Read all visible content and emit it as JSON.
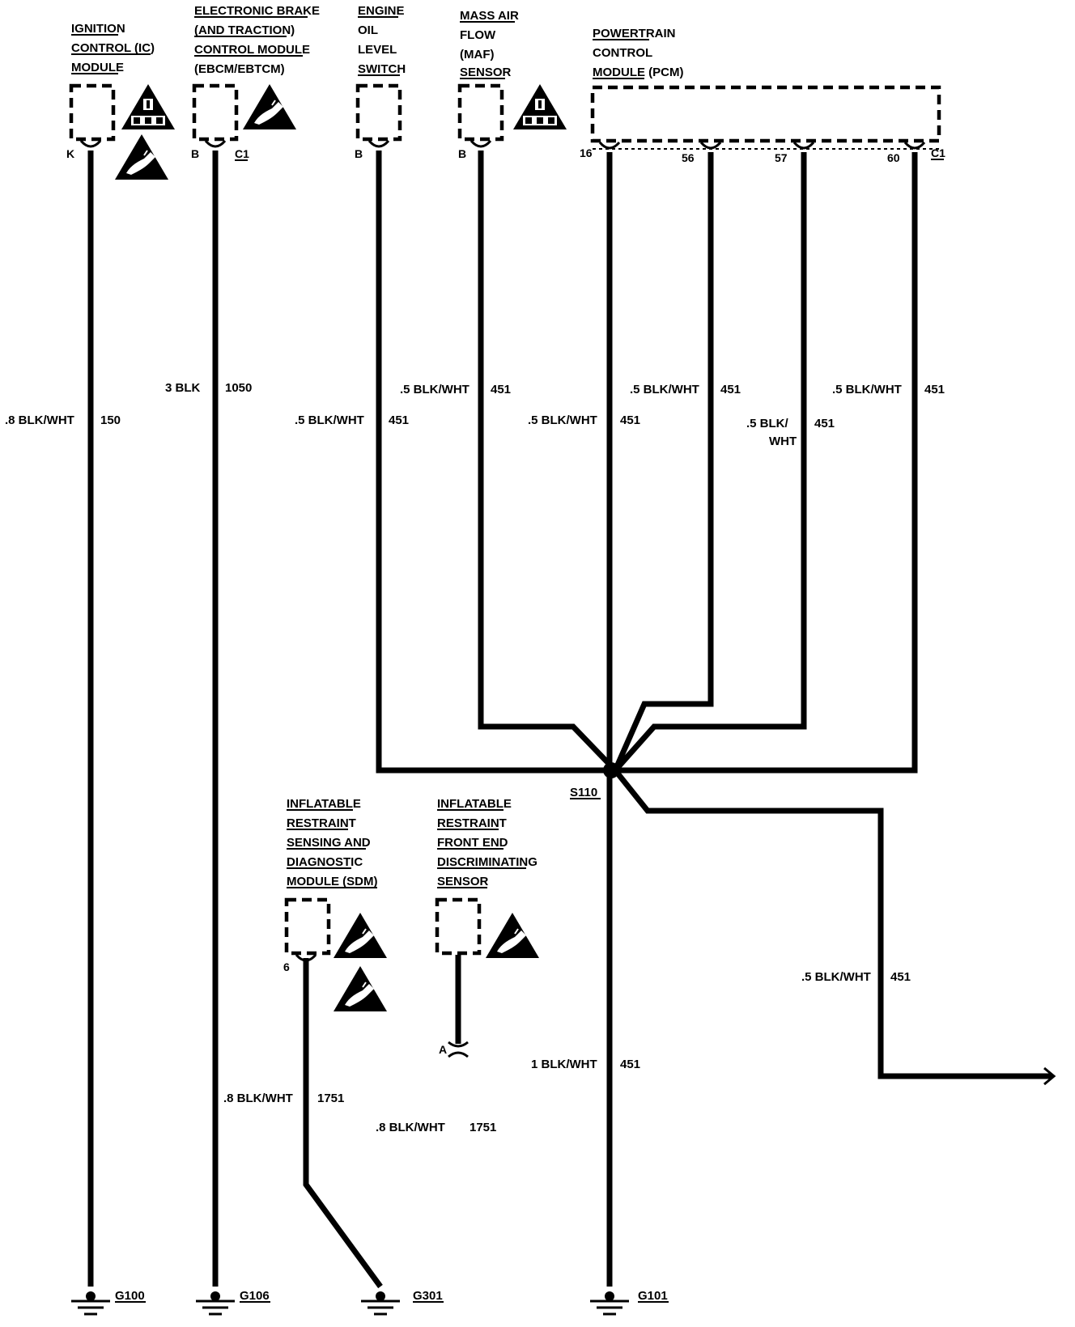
{
  "components": {
    "ic": {
      "lines": [
        "IGNITION",
        "CONTROL (IC)",
        "MODULE"
      ],
      "pin": "K"
    },
    "ebcm": {
      "lines": [
        "ELECTRONIC BRAKE",
        "(AND TRACTION)",
        "CONTROL MODULE",
        "(EBCM/EBTCM)"
      ],
      "pin": "B",
      "connector": "C1"
    },
    "oil": {
      "lines": [
        "ENGINE",
        "OIL",
        "LEVEL",
        "SWITCH"
      ],
      "pin": "B"
    },
    "maf": {
      "lines": [
        "MASS AIR",
        "FLOW",
        "(MAF)",
        "SENSOR"
      ],
      "pin": "B"
    },
    "pcm": {
      "lines": [
        "POWERTRAIN",
        "CONTROL",
        "MODULE (PCM)"
      ],
      "pins": [
        "16",
        "56",
        "57",
        "60"
      ],
      "connector": "C1"
    },
    "sdm": {
      "lines": [
        "INFLATABLE",
        "RESTRAINT",
        "SENSING AND",
        "DIAGNOSTIC",
        "MODULE (SDM)"
      ],
      "pin": "6"
    },
    "fed": {
      "lines": [
        "INFLATABLE",
        "RESTRAINT",
        "FRONT END",
        "DISCRIMINATING",
        "SENSOR"
      ],
      "inline_pin": "A"
    }
  },
  "wires": {
    "ic": {
      "spec": ".8 BLK/WHT",
      "circuit": "150"
    },
    "ebcm": {
      "spec": "3 BLK",
      "circuit": "1050"
    },
    "oil": {
      "spec": ".5 BLK/WHT",
      "circuit": "451"
    },
    "maf": {
      "spec": ".5 BLK/WHT",
      "circuit": "451"
    },
    "pcm16": {
      "spec": ".5 BLK/WHT",
      "circuit": "451"
    },
    "pcm56": {
      "spec": ".5 BLK/WHT",
      "circuit": "451"
    },
    "pcm57": {
      "spec_line1": ".5 BLK/",
      "spec_line2": "WHT",
      "circuit": "451"
    },
    "pcm60": {
      "spec": ".5 BLK/WHT",
      "circuit": "451"
    },
    "right": {
      "spec": ".5 BLK/WHT",
      "circuit": "451"
    },
    "g101": {
      "spec": "1 BLK/WHT",
      "circuit": "451"
    },
    "sdm": {
      "spec": ".8 BLK/WHT",
      "circuit": "1751"
    },
    "fed": {
      "spec": ".8 BLK/WHT",
      "circuit": "1751"
    }
  },
  "splice": "S110",
  "grounds": [
    "G100",
    "G106",
    "G301",
    "G101"
  ],
  "icons": [
    "esd-warning-icon",
    "obd-ii-warning-icon",
    "ground-symbol-icon",
    "arrow-right-icon"
  ]
}
